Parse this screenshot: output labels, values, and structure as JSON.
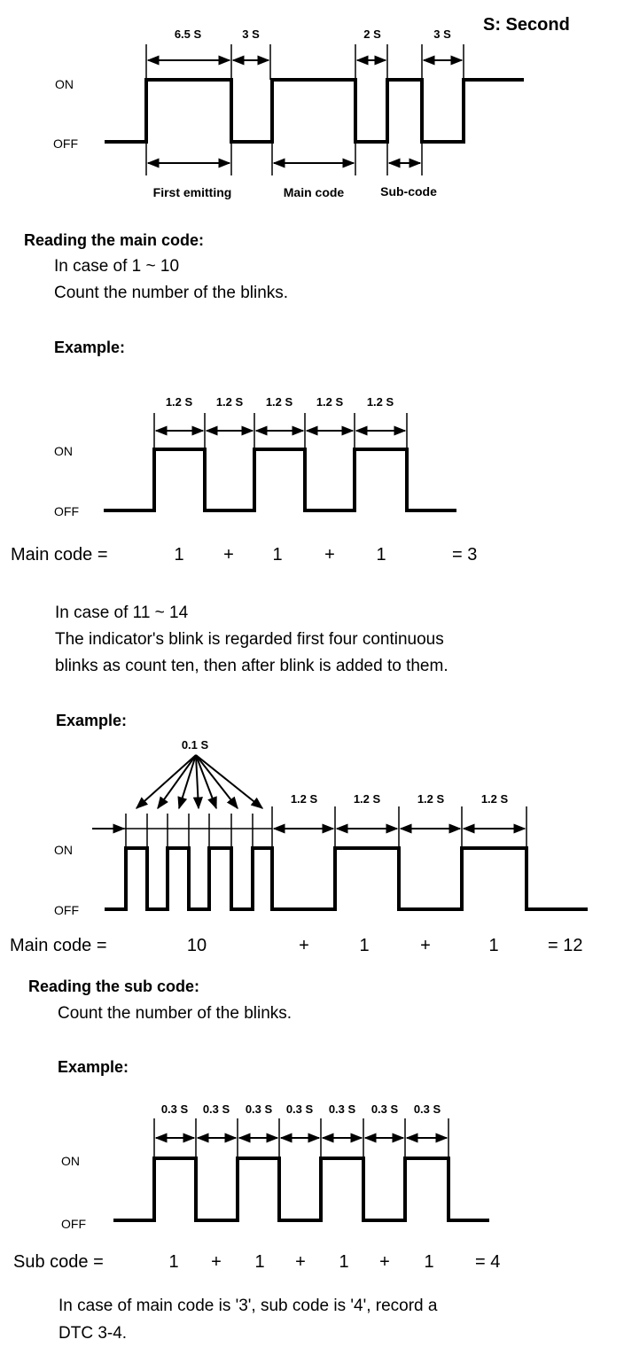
{
  "legend": "S: Second",
  "on": "ON",
  "off": "OFF",
  "top": {
    "durations": [
      "6.5 S",
      "3 S",
      "2 S",
      "3 S"
    ],
    "phases": [
      "First emitting",
      "Main code",
      "Sub-code"
    ]
  },
  "main": {
    "heading": "Reading the main code:",
    "case1_title": "In case of 1 ~ 10",
    "case1_text": "Count the number of the blinks.",
    "example_label": "Example:",
    "ex1_durations": [
      "1.2 S",
      "1.2 S",
      "1.2 S",
      "1.2 S",
      "1.2 S"
    ],
    "ex1_label": "Main code =",
    "ex1_terms": [
      "1",
      "+",
      "1",
      "+",
      "1"
    ],
    "ex1_result": "= 3",
    "case2_title": "In case of 11 ~ 14",
    "case2_line1": "The indicator's blink is regarded first four continuous",
    "case2_line2": "blinks as count ten, then after blink is added to them.",
    "ex2_fast": "0.1 S",
    "ex2_durations": [
      "1.2 S",
      "1.2 S",
      "1.2 S",
      "1.2 S"
    ],
    "ex2_label": "Main code =",
    "ex2_terms": [
      "10",
      "+",
      "1",
      "+",
      "1"
    ],
    "ex2_result": "= 12"
  },
  "sub": {
    "heading": "Reading the sub code:",
    "text": "Count the number of the blinks.",
    "example_label": "Example:",
    "durations": [
      "0.3 S",
      "0.3 S",
      "0.3 S",
      "0.3 S",
      "0.3 S",
      "0.3 S",
      "0.3 S"
    ],
    "label": "Sub code =",
    "terms": [
      "1",
      "+",
      "1",
      "+",
      "1",
      "+",
      "1"
    ],
    "result": "= 4"
  },
  "footer": {
    "line1": "In case of main code is '3', sub code is '4', record a",
    "line2": "DTC 3-4."
  }
}
